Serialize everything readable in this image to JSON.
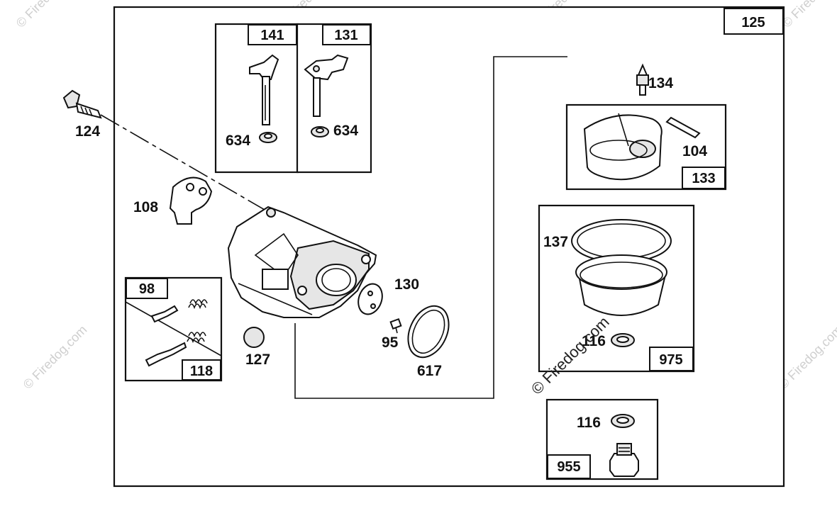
{
  "diagram": {
    "assembly_number": "125",
    "boxes": {
      "box_141": "141",
      "box_131": "131",
      "box_133": "133",
      "box_975": "975",
      "box_955": "955",
      "box_98": "98",
      "box_118": "118"
    },
    "callouts": {
      "c124": "124",
      "c634_left": "634",
      "c634_right": "634",
      "c134": "134",
      "c104": "104",
      "c108": "108",
      "c137": "137",
      "c130": "130",
      "c95": "95",
      "c127": "127",
      "c617": "617",
      "c116_in_975": "116",
      "c116_in_955": "116"
    }
  },
  "watermark": {
    "main": "© Firedog.com",
    "center": "Firedog.com",
    "repeat": "© Firedog.com"
  }
}
